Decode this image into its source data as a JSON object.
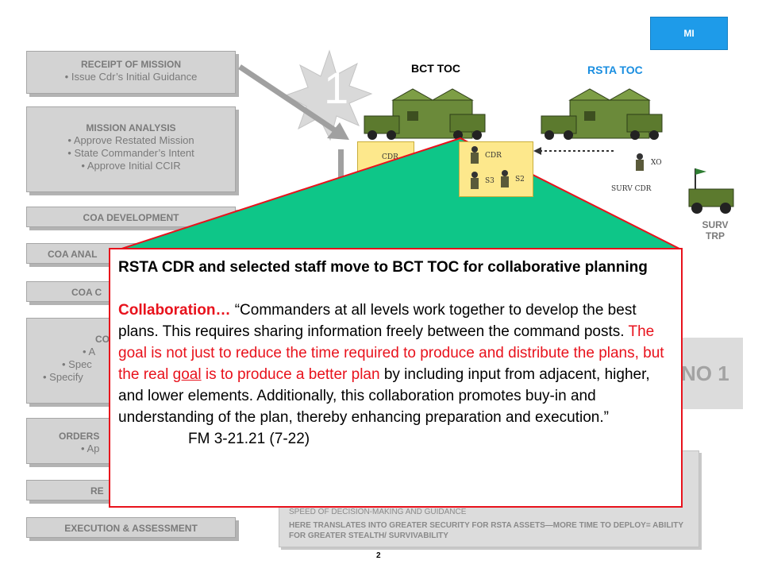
{
  "mi_label": "MI",
  "steps": {
    "receipt": {
      "title": "RECEIPT OF MISSION",
      "items": [
        "Issue Cdr’s Initial Guidance"
      ]
    },
    "mission_analysis": {
      "title": "MISSION ANALYSIS",
      "items": [
        "Approve Restated Mission",
        "State Commander’s Intent",
        "Approve Initial CCIR"
      ]
    },
    "coa_development": "COA DEVELOPMENT",
    "coa_analysis": "COA ANAL",
    "coa_comparison": "COA C",
    "coa_approval": {
      "title": "COA",
      "items": [
        "A",
        "Spec",
        "Specify"
      ]
    },
    "orders": {
      "title": "ORDERS",
      "items": [
        "Ap"
      ]
    },
    "rehearsal": "RE",
    "execution": "EXECUTION & ASSESSMENT"
  },
  "step_number": "1",
  "bct_toc": "BCT TOC",
  "rsta_toc": "RSTA TOC",
  "staff": {
    "cdr_left": "CDR",
    "cdr": "CDR",
    "s3": "S3",
    "s2": "S2",
    "xo": "XO",
    "surv_cdr": "SURV  CDR"
  },
  "surv_trp": [
    "SURV",
    "TRP"
  ],
  "coa_no": "NO 1",
  "panel_line1": "SPEED OF DECISION-MAKING AND GUIDANCE",
  "panel_line2": "HERE TRANSLATES INTO GREATER SECURITY FOR RSTA ASSETS—MORE TIME TO DEPLOY= ABILITY FOR GREATER STEALTH/ SURVIVABILITY",
  "callout": {
    "heading": "RSTA CDR and selected staff move to BCT TOC for collaborative planning",
    "collab_label": "Collaboration…",
    "quote_open": " “Commanders at all levels work together to develop the best plans. This requires sharing information freely between the command posts. ",
    "quote_red": "The goal is not just to reduce the time required to produce and distribute the plans, but the real ",
    "quote_red_ul": "goal",
    "quote_red2": " is to produce a better plan",
    "quote_rest": " by including input from adjacent, higher, and lower elements. Additionally, this collaboration promotes buy-in and understanding of the plan, thereby enhancing preparation and execution.”",
    "citation": "FM 3-21.21 (7-22)"
  },
  "page_number": "2",
  "colors": {
    "mi_blue": "#1e9be9",
    "callout_red": "#e8121c",
    "triangle_green": "#0ec688",
    "card_yellow": "#fde88c"
  }
}
